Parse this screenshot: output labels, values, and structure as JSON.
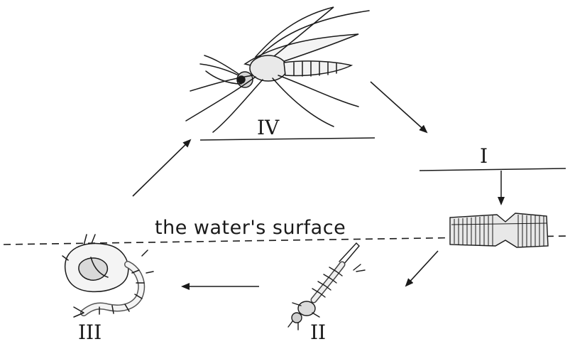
{
  "labels": {
    "stage_iv": "IV",
    "stage_i": "I",
    "stage_ii": "II",
    "stage_iii": "III",
    "water_surface": "the water's surface"
  },
  "colors": {
    "ink": "#1a1a1a",
    "background": "#ffffff"
  },
  "icons": {
    "adult": "mosquito-adult-icon",
    "eggs": "egg-raft-icon",
    "larva": "larva-icon",
    "pupa": "pupa-icon"
  }
}
